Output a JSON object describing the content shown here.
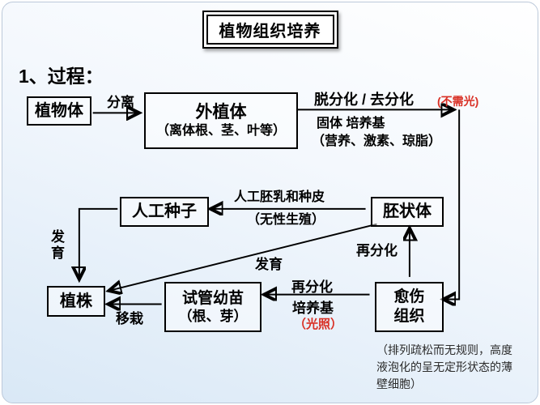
{
  "title": "植物组织培养",
  "section_label": "1、过程：",
  "boxes": {
    "plant_body": "植物体",
    "explant_title": "外植体",
    "explant_sub": "（离体根、茎、叶等）",
    "artificial_seed": "人工种子",
    "embryoid": "胚状体",
    "plantlet": "植株",
    "tube_seedling_title": "试管幼苗",
    "tube_seedling_sub": "（根、芽）",
    "callus": "愈伤\n组织"
  },
  "labels": {
    "separation": "分离",
    "dedifferentiation": "脱分化 / 去分化",
    "no_light": "(不需光)",
    "solid_medium": "固体 培养基",
    "medium_components": "（营养、激素、琼脂）",
    "artificial_endosperm": "人工胚乳和种皮",
    "asexual": "（无性生殖）",
    "redifferentiation_right": "再分化",
    "development_left": "发\n育",
    "development_diagonal": "发育",
    "redifferentiation_bottom": "再分化",
    "medium_bottom": "培养基",
    "light": "（光照）",
    "transplant": "移栽"
  },
  "note": "（排列疏松而无规则，高度\n液泡化的呈无定形状态的薄\n壁细胞）",
  "colors": {
    "accent_red": "#d93025",
    "line_color": "#000000",
    "panel_blue": "#d9e8f6"
  }
}
